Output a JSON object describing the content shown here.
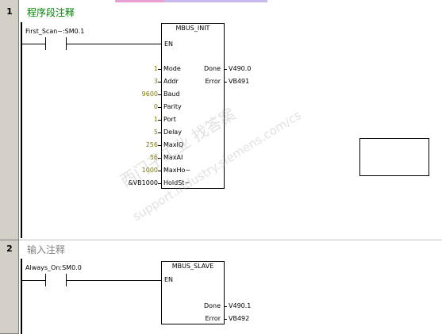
{
  "networks": [
    {
      "number": "1",
      "comment": "程序段注释",
      "contact_label": "First_Scan~:SM0.1",
      "block": {
        "name": "MBUS_INIT",
        "en": "EN",
        "inputs": [
          {
            "value": "1",
            "pin": "Mode"
          },
          {
            "value": "3",
            "pin": "Addr"
          },
          {
            "value": "9600",
            "pin": "Baud"
          },
          {
            "value": "0",
            "pin": "Parity"
          },
          {
            "value": "1",
            "pin": "Port"
          },
          {
            "value": "5",
            "pin": "Delay"
          },
          {
            "value": "256",
            "pin": "MaxIQ"
          },
          {
            "value": "56",
            "pin": "MaxAI"
          },
          {
            "value": "1000",
            "pin": "MaxHo~"
          },
          {
            "value": "&VB1000",
            "pin": "HoldSt~"
          }
        ],
        "outputs": [
          {
            "pin": "Done",
            "value": "V490.0"
          },
          {
            "pin": "Error",
            "value": "VB491"
          }
        ]
      }
    },
    {
      "number": "2",
      "comment": "输入注释",
      "contact_label": "Always_On:SM0.0",
      "block": {
        "name": "MBUS_SLAVE",
        "en": "EN",
        "outputs": [
          {
            "pin": "Done",
            "value": "V490.1"
          },
          {
            "pin": "Error",
            "value": "VB492"
          }
        ]
      }
    }
  ],
  "watermark": {
    "line1": "西门子工业 找答案",
    "line2": "support.industry.siemens.com/cs"
  },
  "colors": {
    "comment_green": "#008000",
    "comment_gray": "#808080",
    "input_olive": "#807800",
    "gutter": "#d4d0c8"
  }
}
